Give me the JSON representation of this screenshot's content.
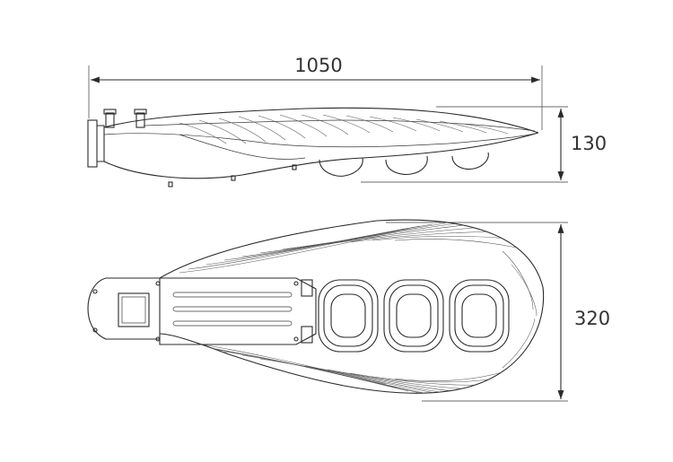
{
  "dimensions": {
    "length": "1050",
    "height": "130",
    "width": "320"
  },
  "colors": {
    "stroke": "#2a2a2a",
    "text": "#333333",
    "background": "#ffffff"
  }
}
